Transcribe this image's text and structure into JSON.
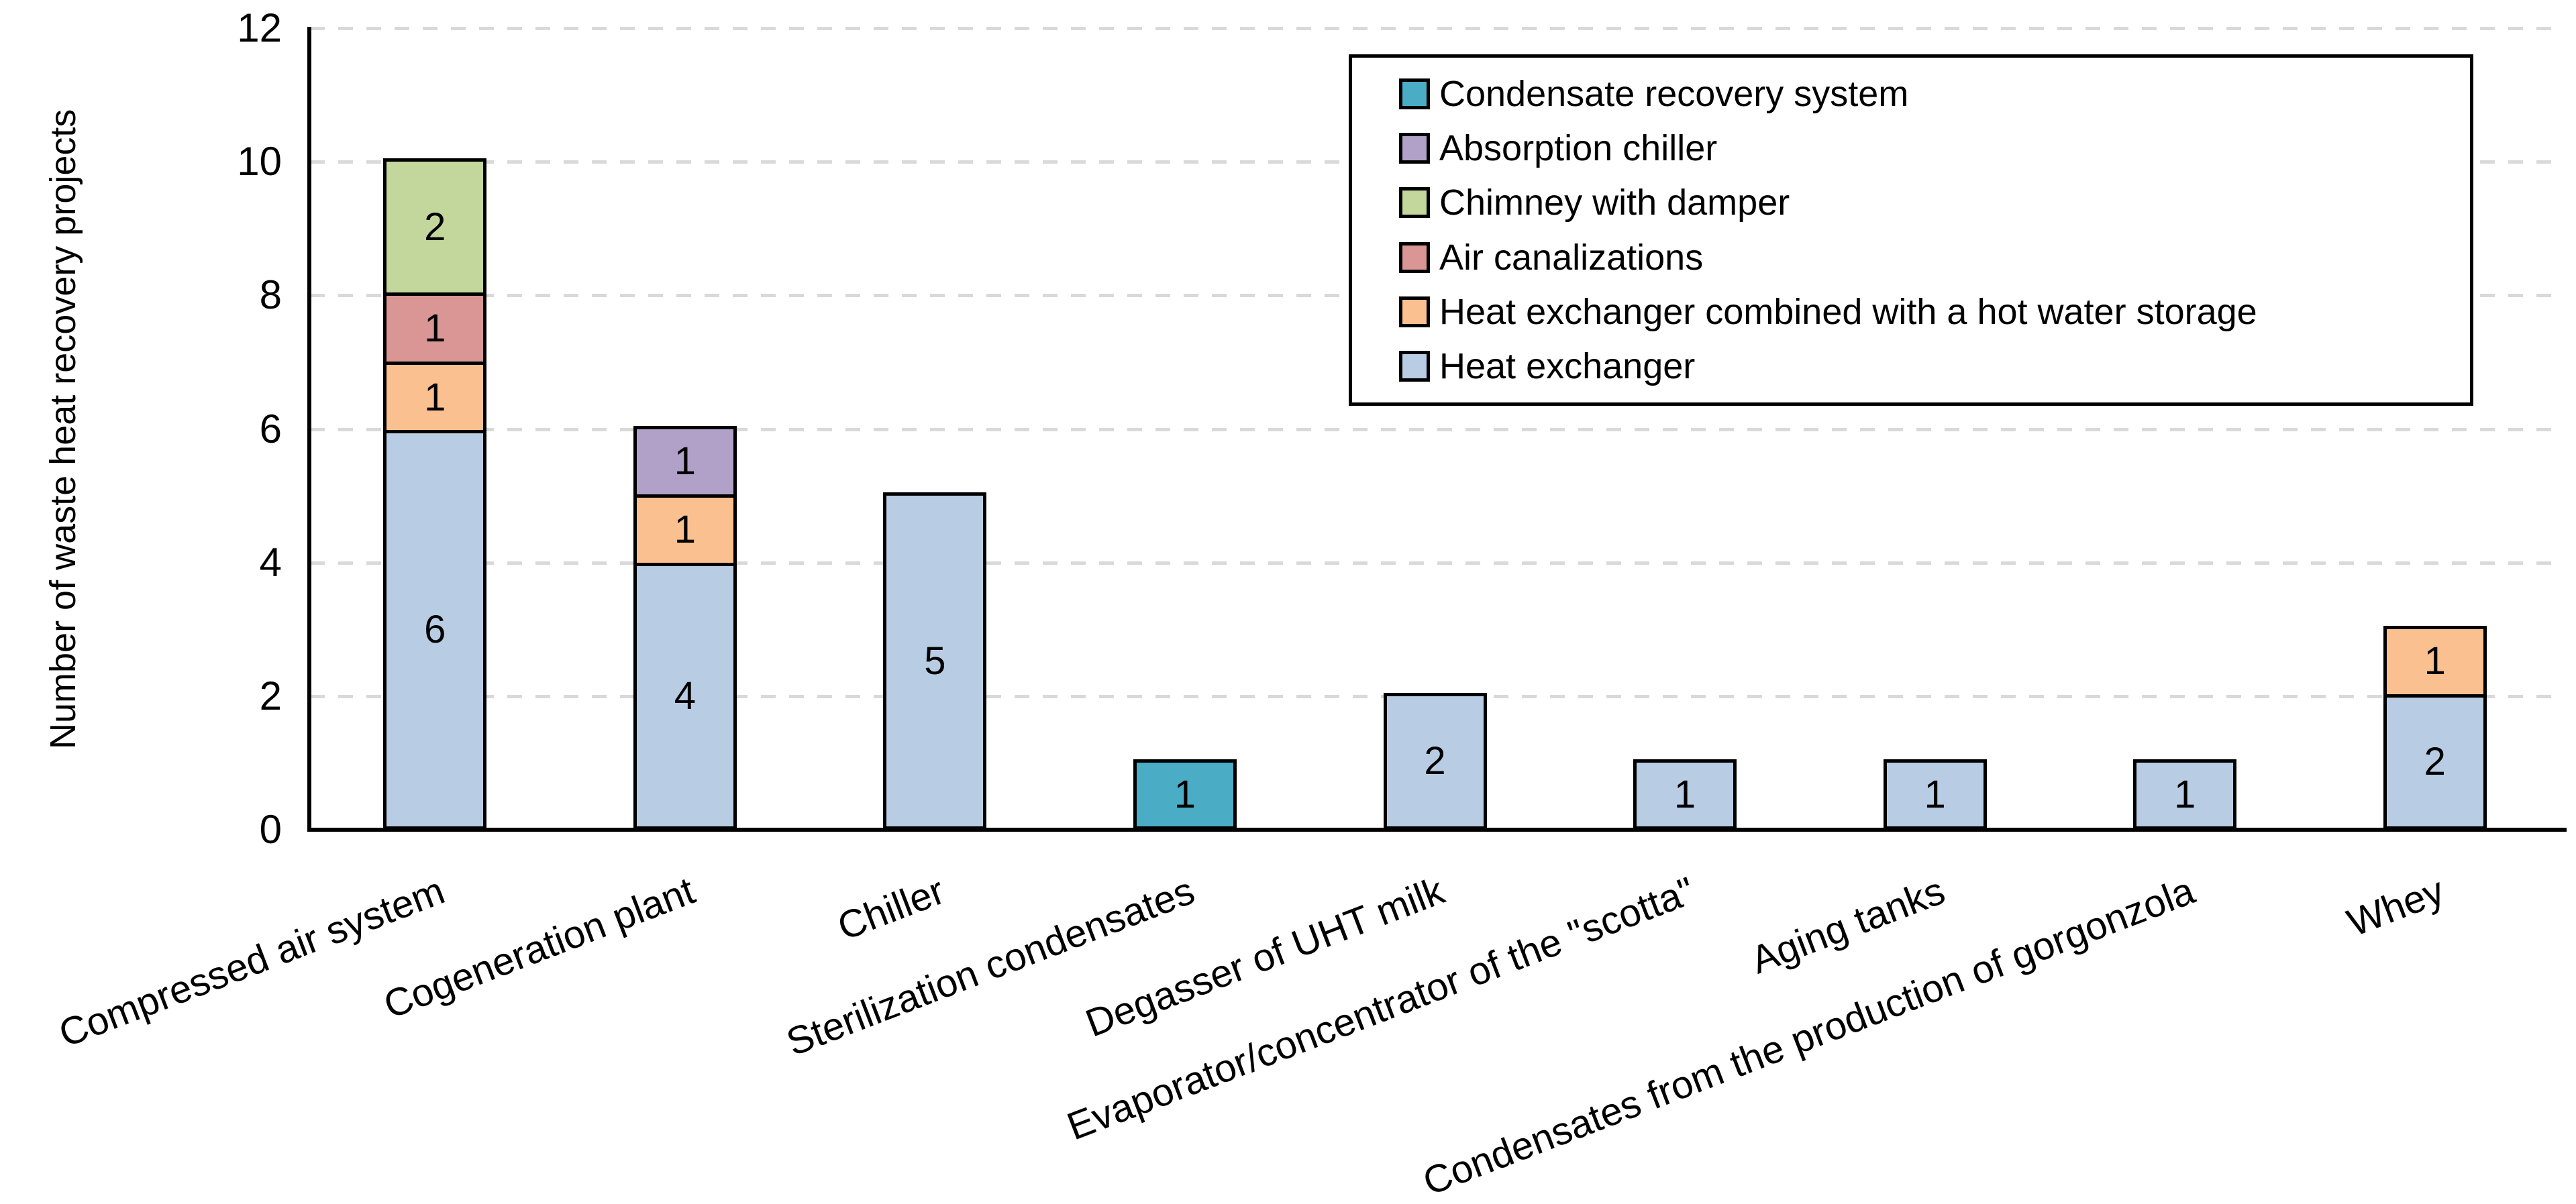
{
  "chart_data": {
    "type": "bar",
    "stacked": true,
    "title": "",
    "xlabel": "",
    "ylabel": "Number of waste heat recovery projects",
    "ylim": [
      0,
      12
    ],
    "yticks": [
      0,
      2,
      4,
      6,
      8,
      10,
      12
    ],
    "grid": true,
    "gridline_color": "#D9D9D9",
    "bar_border_color": "#000000",
    "x_label_rotation_deg": -21,
    "categories": [
      "Compressed air system",
      "Cogeneration plant",
      "Chiller",
      "Sterilization condensates",
      "Degasser of UHT milk",
      "Evaporator/concentrator of the \"scotta\"",
      "Aging tanks",
      "Condensates from the production of gorgonzola",
      "Whey"
    ],
    "series": [
      {
        "name": "Heat exchanger",
        "color": "#B8CCE4",
        "values": [
          6,
          4,
          5,
          0,
          2,
          1,
          1,
          1,
          2
        ]
      },
      {
        "name": "Heat exchanger combined with a hot water storage",
        "color": "#FAC090",
        "values": [
          1,
          1,
          0,
          0,
          0,
          0,
          0,
          0,
          1
        ]
      },
      {
        "name": "Air canalizations",
        "color": "#D99694",
        "values": [
          1,
          0,
          0,
          0,
          0,
          0,
          0,
          0,
          0
        ]
      },
      {
        "name": "Chimney with damper",
        "color": "#C3D69B",
        "values": [
          2,
          0,
          0,
          0,
          0,
          0,
          0,
          0,
          0
        ]
      },
      {
        "name": "Absorption chiller",
        "color": "#B1A0C7",
        "values": [
          0,
          1,
          0,
          0,
          0,
          0,
          0,
          0,
          0
        ]
      },
      {
        "name": "Condensate recovery system",
        "color": "#4BACC6",
        "values": [
          0,
          0,
          0,
          1,
          0,
          0,
          0,
          0,
          0
        ]
      }
    ],
    "totals": [
      10,
      6,
      5,
      1,
      2,
      1,
      1,
      1,
      3
    ],
    "legend": {
      "position": "top-right",
      "border_color": "#000000",
      "items": [
        "Condensate recovery system",
        "Absorption chiller",
        "Chimney with damper",
        "Air canalizations",
        "Heat exchanger combined with a hot water storage",
        "Heat exchanger"
      ]
    }
  }
}
